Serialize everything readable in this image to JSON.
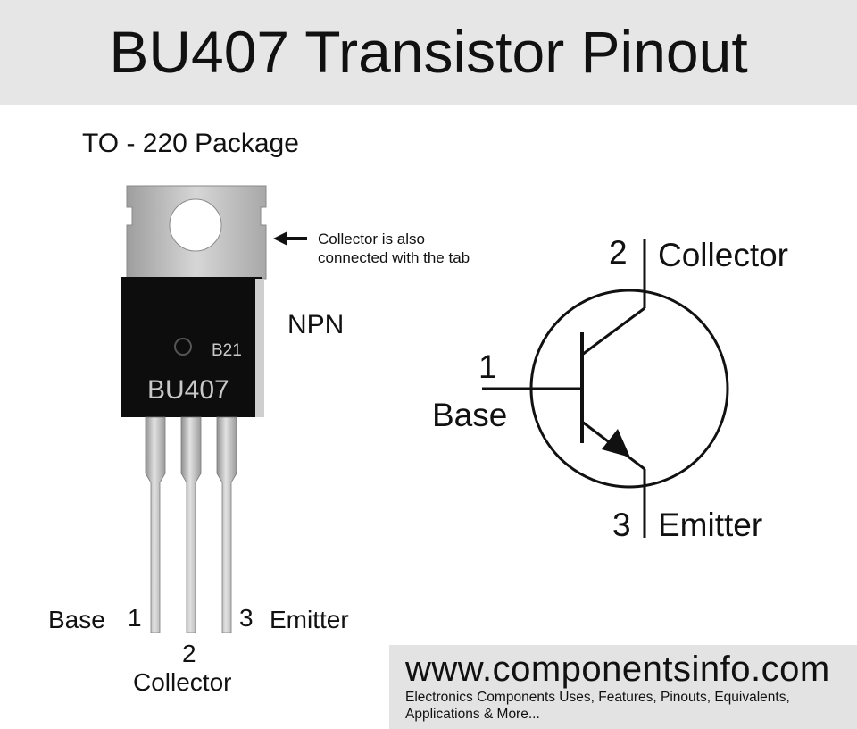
{
  "title": "BU407 Transistor Pinout",
  "package_label": "TO - 220 Package",
  "tab_note": {
    "line1": "Collector is also",
    "line2": "connected with the tab"
  },
  "type_label": "NPN",
  "chip_marking": {
    "part": "BU407",
    "code": "B21"
  },
  "package_pins": {
    "pin1": {
      "number": "1",
      "name": "Base"
    },
    "pin2": {
      "number": "2",
      "name": "Collector"
    },
    "pin3": {
      "number": "3",
      "name": "Emitter"
    }
  },
  "symbol": {
    "base": {
      "number": "1",
      "name": "Base"
    },
    "collector": {
      "number": "2",
      "name": "Collector"
    },
    "emitter": {
      "number": "3",
      "name": "Emitter"
    }
  },
  "footer": {
    "website": "www.componentsinfo.com",
    "tagline": "Electronics Components Uses, Features, Pinouts, Equivalents, Applications & More..."
  },
  "colors": {
    "header_bg": "#e6e6e6",
    "footer_bg": "#e3e3e3",
    "body_black": "#0d0d0d",
    "metal": "#bdbdbd"
  }
}
